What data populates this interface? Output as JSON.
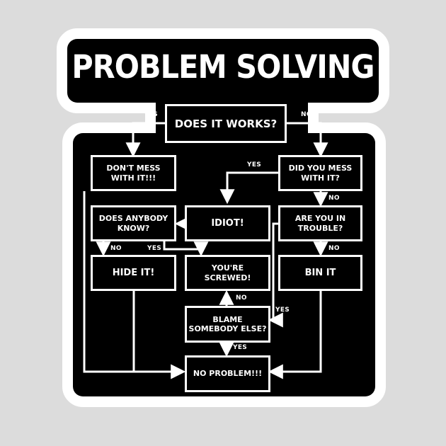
{
  "title": "PROBLEM SOLVING",
  "nodes": {
    "does_it_work": "DOES IT WORKS?",
    "dont_mess": "DON'T MESS\nWITH IT!!!",
    "did_you_mess": "DID YOU MESS\nWITH IT?",
    "anybody_know": "DOES ANYBODY\nKNOW?",
    "idiot": "IDIOT!",
    "in_trouble": "ARE YOU IN\nTROUBLE?",
    "hide_it": "HIDE IT!",
    "screwed": "YOU'RE\nSCREWED!",
    "bin_it": "BIN IT",
    "blame": "BLAME\nSOMEBODY ELSE?",
    "no_problem": "NO PROBLEM!!!"
  },
  "labels": {
    "yes": "YES",
    "no": "NO"
  },
  "colors": {
    "background": "#000000",
    "foreground": "#ffffff",
    "sticker_border": "#ffffff",
    "page": "#dcdcdc"
  }
}
